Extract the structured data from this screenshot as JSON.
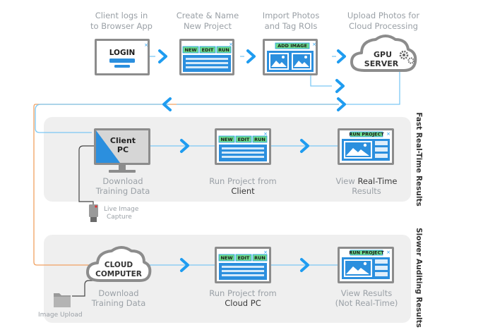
{
  "top_steps": [
    {
      "line1": "Client logs in",
      "line2": "to Browser App"
    },
    {
      "line1": "Create & Name",
      "line2": "New Project"
    },
    {
      "line1": "Import Photos",
      "line2": "and Tag ROIs"
    },
    {
      "line1": "Upload Photos for",
      "line2": "Cloud Processing"
    }
  ],
  "login_window": {
    "title": "LOGIN"
  },
  "project_buttons": {
    "new": "NEW",
    "edit": "EDIT",
    "run": "RUN"
  },
  "add_image_label": "ADD IMAGE",
  "run_project_label": "RUN PROJECT",
  "gpu_server": {
    "line1": "GPU",
    "line2": "SERVER"
  },
  "fast_lane": {
    "side_label": "Fast Real-Time Results",
    "client_pc": {
      "line1": "Client",
      "line2": "PC"
    },
    "step1": {
      "line1": "Download",
      "line2": "Training Data"
    },
    "step2": {
      "line1": "Run Project from",
      "line2": "Client"
    },
    "step3": {
      "line1a": "View ",
      "line1b": "Real-Time",
      "line2": "Results"
    },
    "camera_label": {
      "line1": "Live Image",
      "line2": "Capture"
    }
  },
  "slow_lane": {
    "side_label": "Slower Auditing Results",
    "cloud": {
      "line1": "CLOUD",
      "line2": "COMPUTER"
    },
    "step1": {
      "line1": "Download",
      "line2": "Training Data"
    },
    "step2": {
      "line1": "Run Project from",
      "line2": "Cloud PC"
    },
    "step3": {
      "line1": "View Results",
      "line2": "(Not Real-Time)"
    },
    "folder_label": "Image Upload"
  },
  "colors": {
    "accent_blue": "#1f9cf0",
    "flow_line": "#7cc8f4",
    "orange_line": "#f0a060",
    "frame_gray": "#8c8c8c",
    "screen_blue": "#2b8fde",
    "button_green": "#6edc8c",
    "lane_bg": "#efefef"
  }
}
